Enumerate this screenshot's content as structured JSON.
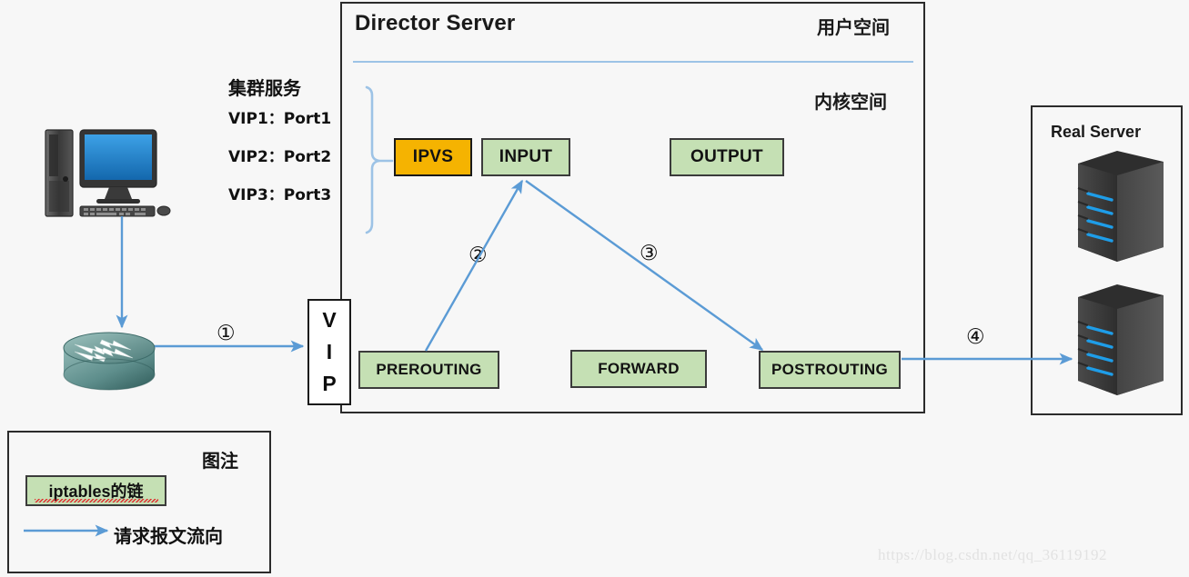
{
  "director": {
    "title": "Director Server",
    "user_space_label": "用户空间",
    "kernel_space_label": "内核空间"
  },
  "real_server": {
    "title": "Real Server",
    "node_count": 2
  },
  "cluster_service": {
    "heading": "集群服务",
    "entries": [
      "VIP1：Port1",
      "VIP2：Port2",
      "VIP3：Port3"
    ]
  },
  "vip_interface": {
    "letters": [
      "V",
      "I",
      "P"
    ]
  },
  "chains": {
    "ipvs": "IPVS",
    "input": "INPUT",
    "output": "OUTPUT",
    "prerouting": "PREROUTING",
    "forward": "FORWARD",
    "postrouting": "POSTROUTING"
  },
  "steps": {
    "one": "①",
    "two": "②",
    "three": "③",
    "four": "④"
  },
  "legend": {
    "title": "图注",
    "chain_label": "iptables的链",
    "flow_label": "请求报文流向"
  },
  "watermark": "https://blog.csdn.net/qq_36119192",
  "colors": {
    "chain_fill": "#c5e0b4",
    "chain_border": "#3b3b3b",
    "ipvs_fill": "#f5b301",
    "ipvs_border": "#1a1a1a",
    "arrow": "#5b9bd5",
    "divider": "#9dc3e6",
    "box_border": "#2b2b2b",
    "background": "#f7f7f7",
    "server_body": "#3c3c3c",
    "server_led": "#1e9de8",
    "monitor_screen": "#1f87d6",
    "router_body": "#5e8e8c"
  }
}
